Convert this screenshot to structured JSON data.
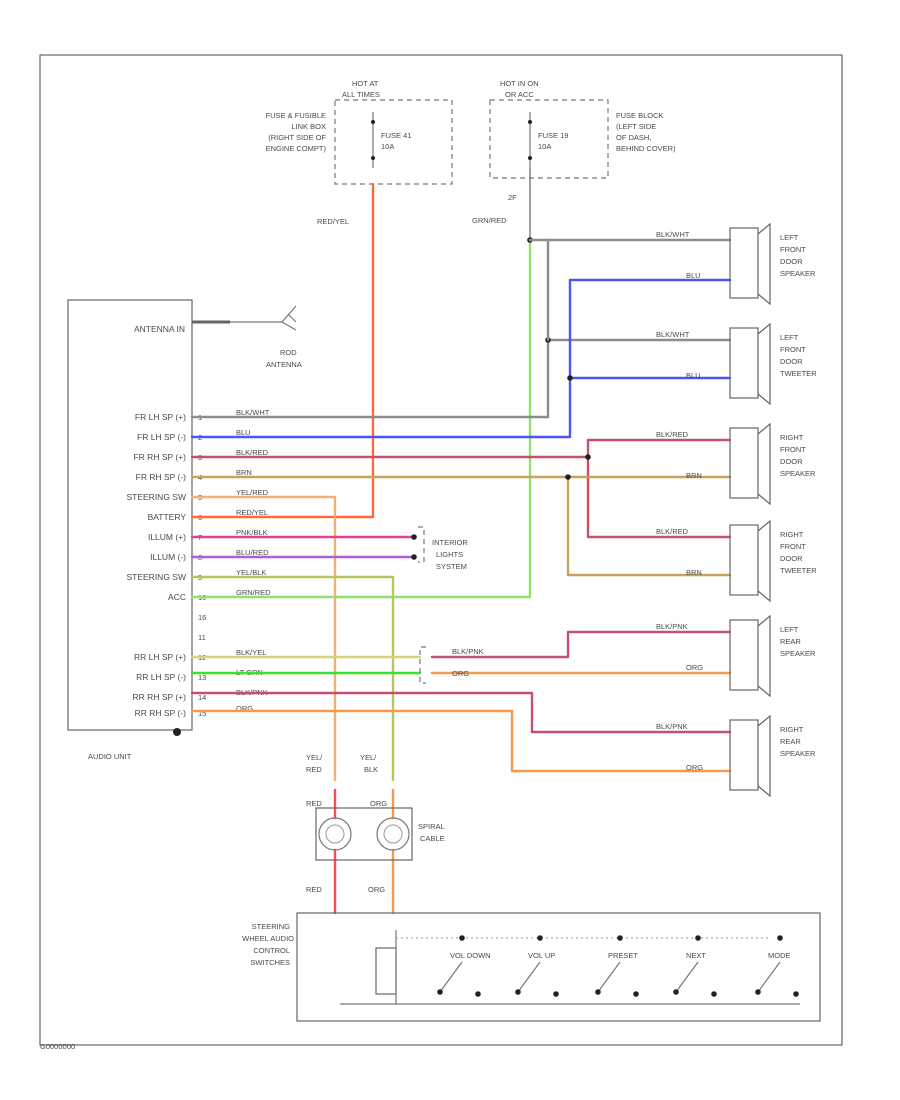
{
  "fuses": {
    "left_title": [
      "HOT AT",
      "ALL TIMES"
    ],
    "left_location": [
      "FUSE & FUSIBLE",
      "LINK BOX",
      "(RIGHT SIDE OF",
      "ENGINE COMPT)"
    ],
    "left_fuse": [
      "FUSE 41",
      "10A"
    ],
    "left_wire": "RED/YEL",
    "right_title": [
      "HOT IN ON",
      "OR ACC"
    ],
    "right_location": [
      "FUSE BLOCK",
      "(LEFT SIDE",
      "OF DASH,",
      "BEHIND COVER)"
    ],
    "right_fuse": [
      "FUSE 19",
      "10A"
    ],
    "right_wire": "GRN/RED",
    "right_connector": "2F"
  },
  "audio_unit": {
    "name": "AUDIO UNIT",
    "antenna_in": "ANTENNA IN",
    "antenna": [
      "ROD",
      "ANTENNA"
    ],
    "pins": [
      "FR LH SP (+)",
      "FR LH SP (-)",
      "FR RH SP (+)",
      "FR RH SP (-)",
      "STEERING SW",
      "BATTERY",
      "ILLUM (+)",
      "ILLUM (-)",
      "STEERING SW",
      "ACC",
      "",
      "RR LH SP (+)",
      "RR LH SP (-)",
      "RR RH SP (+)",
      "RR RH SP (-)"
    ],
    "pin_numbers": [
      "1",
      "2",
      "3",
      "4",
      "5",
      "6",
      "7",
      "8",
      "9",
      "10",
      "11",
      "12",
      "13",
      "14",
      "15",
      "16"
    ],
    "wires": [
      "BLK/WHT",
      "BLU",
      "BLK/RED",
      "BRN",
      "YEL/RED",
      "RED/YEL",
      "PNK/BLK",
      "BLU/RED",
      "YEL/BLK",
      "GRN/RED",
      "",
      "BLK/YEL",
      "LT GRN",
      "BLK/PNK",
      "ORG"
    ]
  },
  "interior": [
    "INTERIOR",
    "LIGHTS",
    "SYSTEM"
  ],
  "speakers": [
    {
      "name": [
        "LEFT",
        "FRONT",
        "DOOR",
        "SPEAKER"
      ],
      "wire_top": "BLK/WHT",
      "wire_bot": "BLU"
    },
    {
      "name": [
        "LEFT",
        "FRONT",
        "DOOR",
        "TWEETER"
      ],
      "wire_top": "BLK/WHT",
      "wire_bot": "BLU"
    },
    {
      "name": [
        "RIGHT",
        "FRONT",
        "DOOR",
        "SPEAKER"
      ],
      "wire_top": "BLK/RED",
      "wire_bot": "BRN"
    },
    {
      "name": [
        "RIGHT",
        "FRONT",
        "DOOR",
        "TWEETER"
      ],
      "wire_top": "BLK/RED",
      "wire_bot": "BRN"
    },
    {
      "name": [
        "LEFT",
        "REAR",
        "SPEAKER"
      ],
      "wire_top": "BLK/PNK",
      "wire_bot": "ORG"
    },
    {
      "name": [
        "RIGHT",
        "REAR",
        "SPEAKER"
      ],
      "wire_top": "BLK/PNK",
      "wire_bot": "ORG"
    }
  ],
  "rear_splice": {
    "top": "BLK/PNK",
    "bot": "ORG"
  },
  "spiral": {
    "name": [
      "SPIRAL",
      "CABLE"
    ],
    "left_in": [
      "YEL/",
      "RED"
    ],
    "right_in": [
      "YEL/",
      "BLK"
    ],
    "left_mid": "RED",
    "right_mid": "ORG",
    "left_out": "RED",
    "right_out": "ORG"
  },
  "switches": {
    "name": [
      "STEERING",
      "WHEEL AUDIO",
      "CONTROL",
      "SWITCHES"
    ],
    "labels": [
      "VOL DOWN",
      "VOL UP",
      "PRESET",
      "NEXT",
      "MODE"
    ]
  },
  "footer": "G0000000",
  "colors": {
    "red_yel": "#ff6a3d",
    "grn_red": "#8ee36a",
    "blk_wht": "#8c8c8c",
    "blu": "#4b57f0",
    "blk_red": "#c8506a",
    "brn": "#c8a15a",
    "yel_red": "#f2b078",
    "pnk_blk": "#e0409a",
    "blu_red": "#b25cd6",
    "yel_blk": "#b5c65c",
    "blk_yel": "#d6d279",
    "lt_grn": "#35e42e",
    "blk_pnk": "#c35079",
    "org": "#f59a4c",
    "red": "#ff4c4c"
  }
}
